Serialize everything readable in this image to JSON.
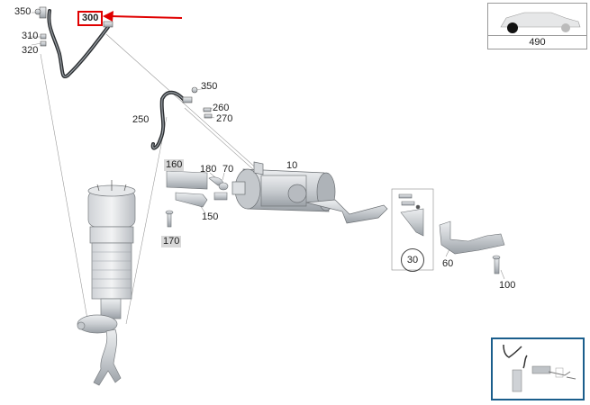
{
  "diagram": {
    "callouts": {
      "c350a": "350",
      "c300": "300",
      "c310": "310",
      "c320": "320",
      "c350b": "350",
      "c260": "260",
      "c270": "270",
      "c250": "250",
      "c160": "160",
      "c180": "180",
      "c70": "70",
      "c10": "10",
      "c150": "150",
      "c170": "170",
      "c30": "30",
      "c60": "60",
      "c100": "100"
    },
    "selected_part": "300",
    "vehicle_thumbnail_label": "490",
    "colors": {
      "highlight": "#e00000",
      "part_fill": "#d4d7da",
      "part_stroke": "#6b6f73",
      "minimap_border": "#1b5e8c"
    }
  }
}
